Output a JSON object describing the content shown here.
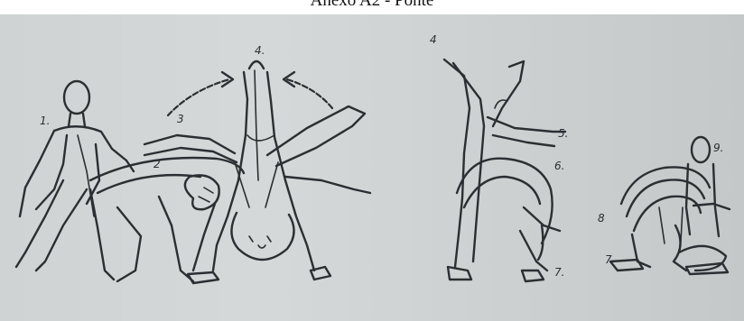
{
  "caption": "Anexo A2 - Ponte",
  "figure": {
    "left_sequence_labels": [
      "1.",
      "2",
      "3",
      "4."
    ],
    "right_sequence_labels": [
      "4",
      "5.",
      "6.",
      "7.",
      "7",
      "8",
      "9."
    ]
  }
}
